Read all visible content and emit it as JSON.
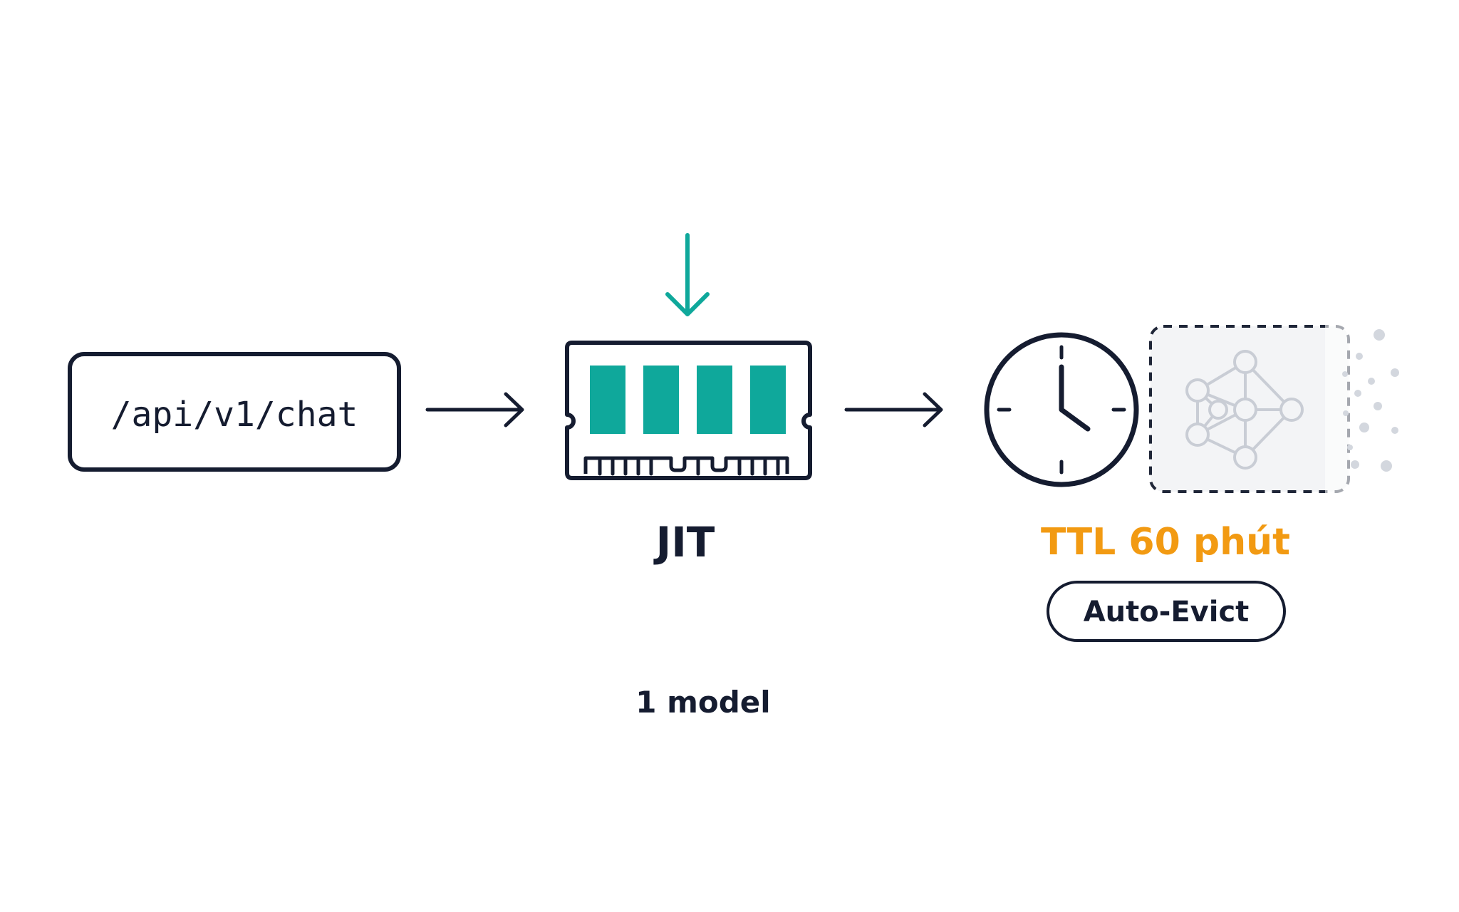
{
  "endpoint": {
    "label": "/api/v1/chat"
  },
  "memory": {
    "label": "JIT",
    "count_label": "1 model"
  },
  "ttl": {
    "label": "TTL 60 phút",
    "badge": "Auto-Evict"
  },
  "colors": {
    "ink": "#151c30",
    "teal": "#0fa89b",
    "orange": "#f29a12",
    "ghost": "#c9cdd5",
    "ghost_bg": "#f3f4f6"
  },
  "icons": {
    "load": "down-arrow-icon",
    "memory": "ram-chip-icon",
    "timer": "clock-icon",
    "model": "neural-network-icon",
    "flow": "right-arrow-icon"
  }
}
